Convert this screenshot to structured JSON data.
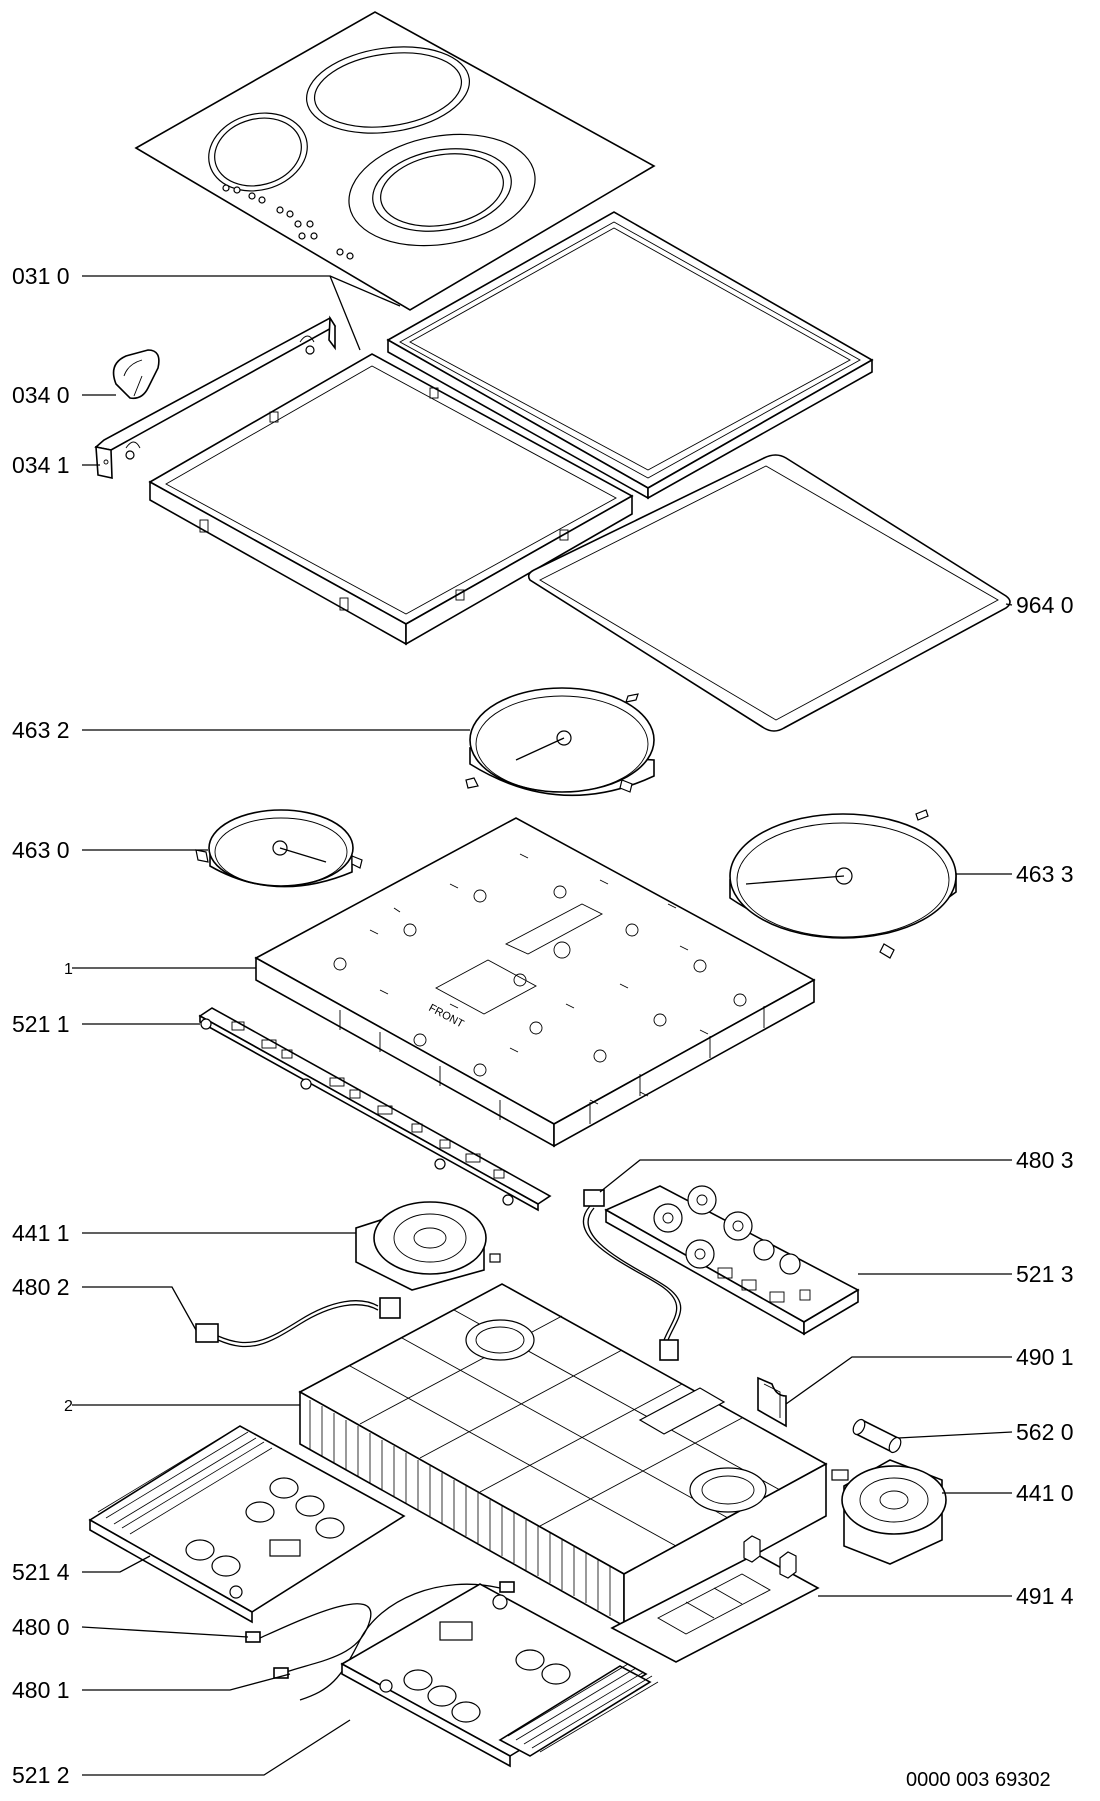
{
  "labels": {
    "l0310": "031 0",
    "l0340": "034 0",
    "l0341": "034 1",
    "l9640": "964 0",
    "l4632": "463 2",
    "l4630": "463 0",
    "l4633": "463 3",
    "l1": "1",
    "l5211": "521 1",
    "l4803": "480 3",
    "l4411": "441 1",
    "l5213": "521 3",
    "l4802": "480 2",
    "l4901": "490 1",
    "l2": "2",
    "l5620": "562 0",
    "l4410": "441 0",
    "l5214": "521 4",
    "l4914": "491 4",
    "l4800": "480 0",
    "l4801": "480 1",
    "l5212": "521 2"
  },
  "front_mark": "FRONT",
  "footer": "0000 003 69302"
}
